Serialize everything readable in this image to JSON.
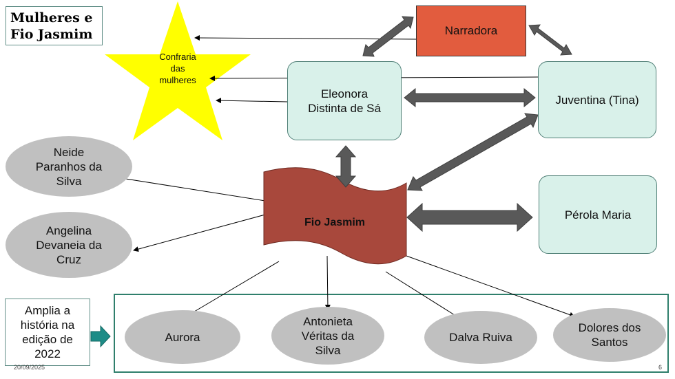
{
  "title": {
    "line1": "Mulheres e",
    "line2": "Fio Jasmim"
  },
  "confraria": {
    "line1": "Confraria",
    "line2": "das",
    "line3": "mulheres"
  },
  "narradora": "Narradora",
  "eleonora": {
    "line1": "Eleonora",
    "line2": "Distinta de Sá"
  },
  "juventina": "Juventina (Tina)",
  "perola": "Pérola Maria",
  "fio_jasmim": "Fio Jasmim",
  "neide": {
    "line1": "Neide",
    "line2": "Paranhos da",
    "line3": "Silva"
  },
  "angelina": {
    "line1": "Angelina",
    "line2": "Devaneia da",
    "line3": "Cruz"
  },
  "amplia": {
    "line1": "Amplia a",
    "line2": "história na",
    "line3": "edição de",
    "line4": "2022"
  },
  "bottom_group": {
    "aurora": "Aurora",
    "antonieta": {
      "line1": "Antonieta",
      "line2": "Véritas da",
      "line3": "Silva"
    },
    "dalva": "Dalva Ruiva",
    "dolores": {
      "line1": "Dolores dos",
      "line2": "Santos"
    }
  },
  "footer": {
    "date": "20/09/2025",
    "page": "6"
  },
  "colors": {
    "star": "#ffff00",
    "narradora": "#e25c3e",
    "fio_jasmim": "#a8483c",
    "node_mint": "#d9f1ea",
    "ellipse_gray": "#c0c0c0",
    "arrow_dark": "#595959",
    "teal_arrow": "#1d8c87"
  }
}
